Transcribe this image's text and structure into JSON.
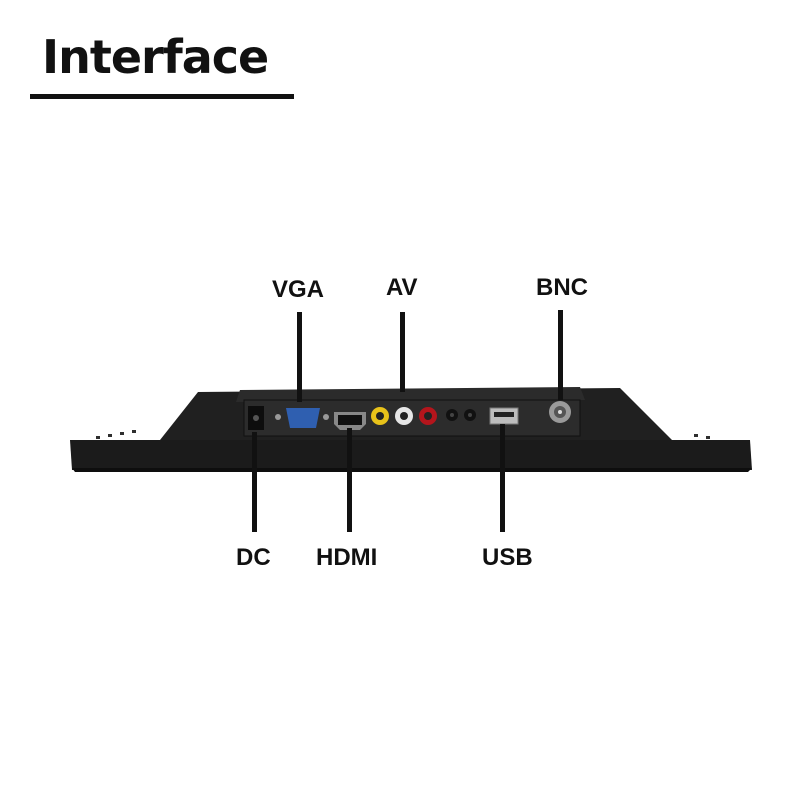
{
  "title": "Interface",
  "ports": {
    "vga": "VGA",
    "av": "AV",
    "bnc": "BNC",
    "dc": "DC",
    "hdmi": "HDMI",
    "usb": "USB"
  },
  "colors": {
    "body": "#1b1b1b",
    "panel": "#2a2a2a",
    "vga_blue": "#2f5fb0",
    "av_yellow": "#e8c21a",
    "av_white": "#e6e6e6",
    "av_red": "#b4151c",
    "bnc_silver": "#9a9a9a"
  }
}
